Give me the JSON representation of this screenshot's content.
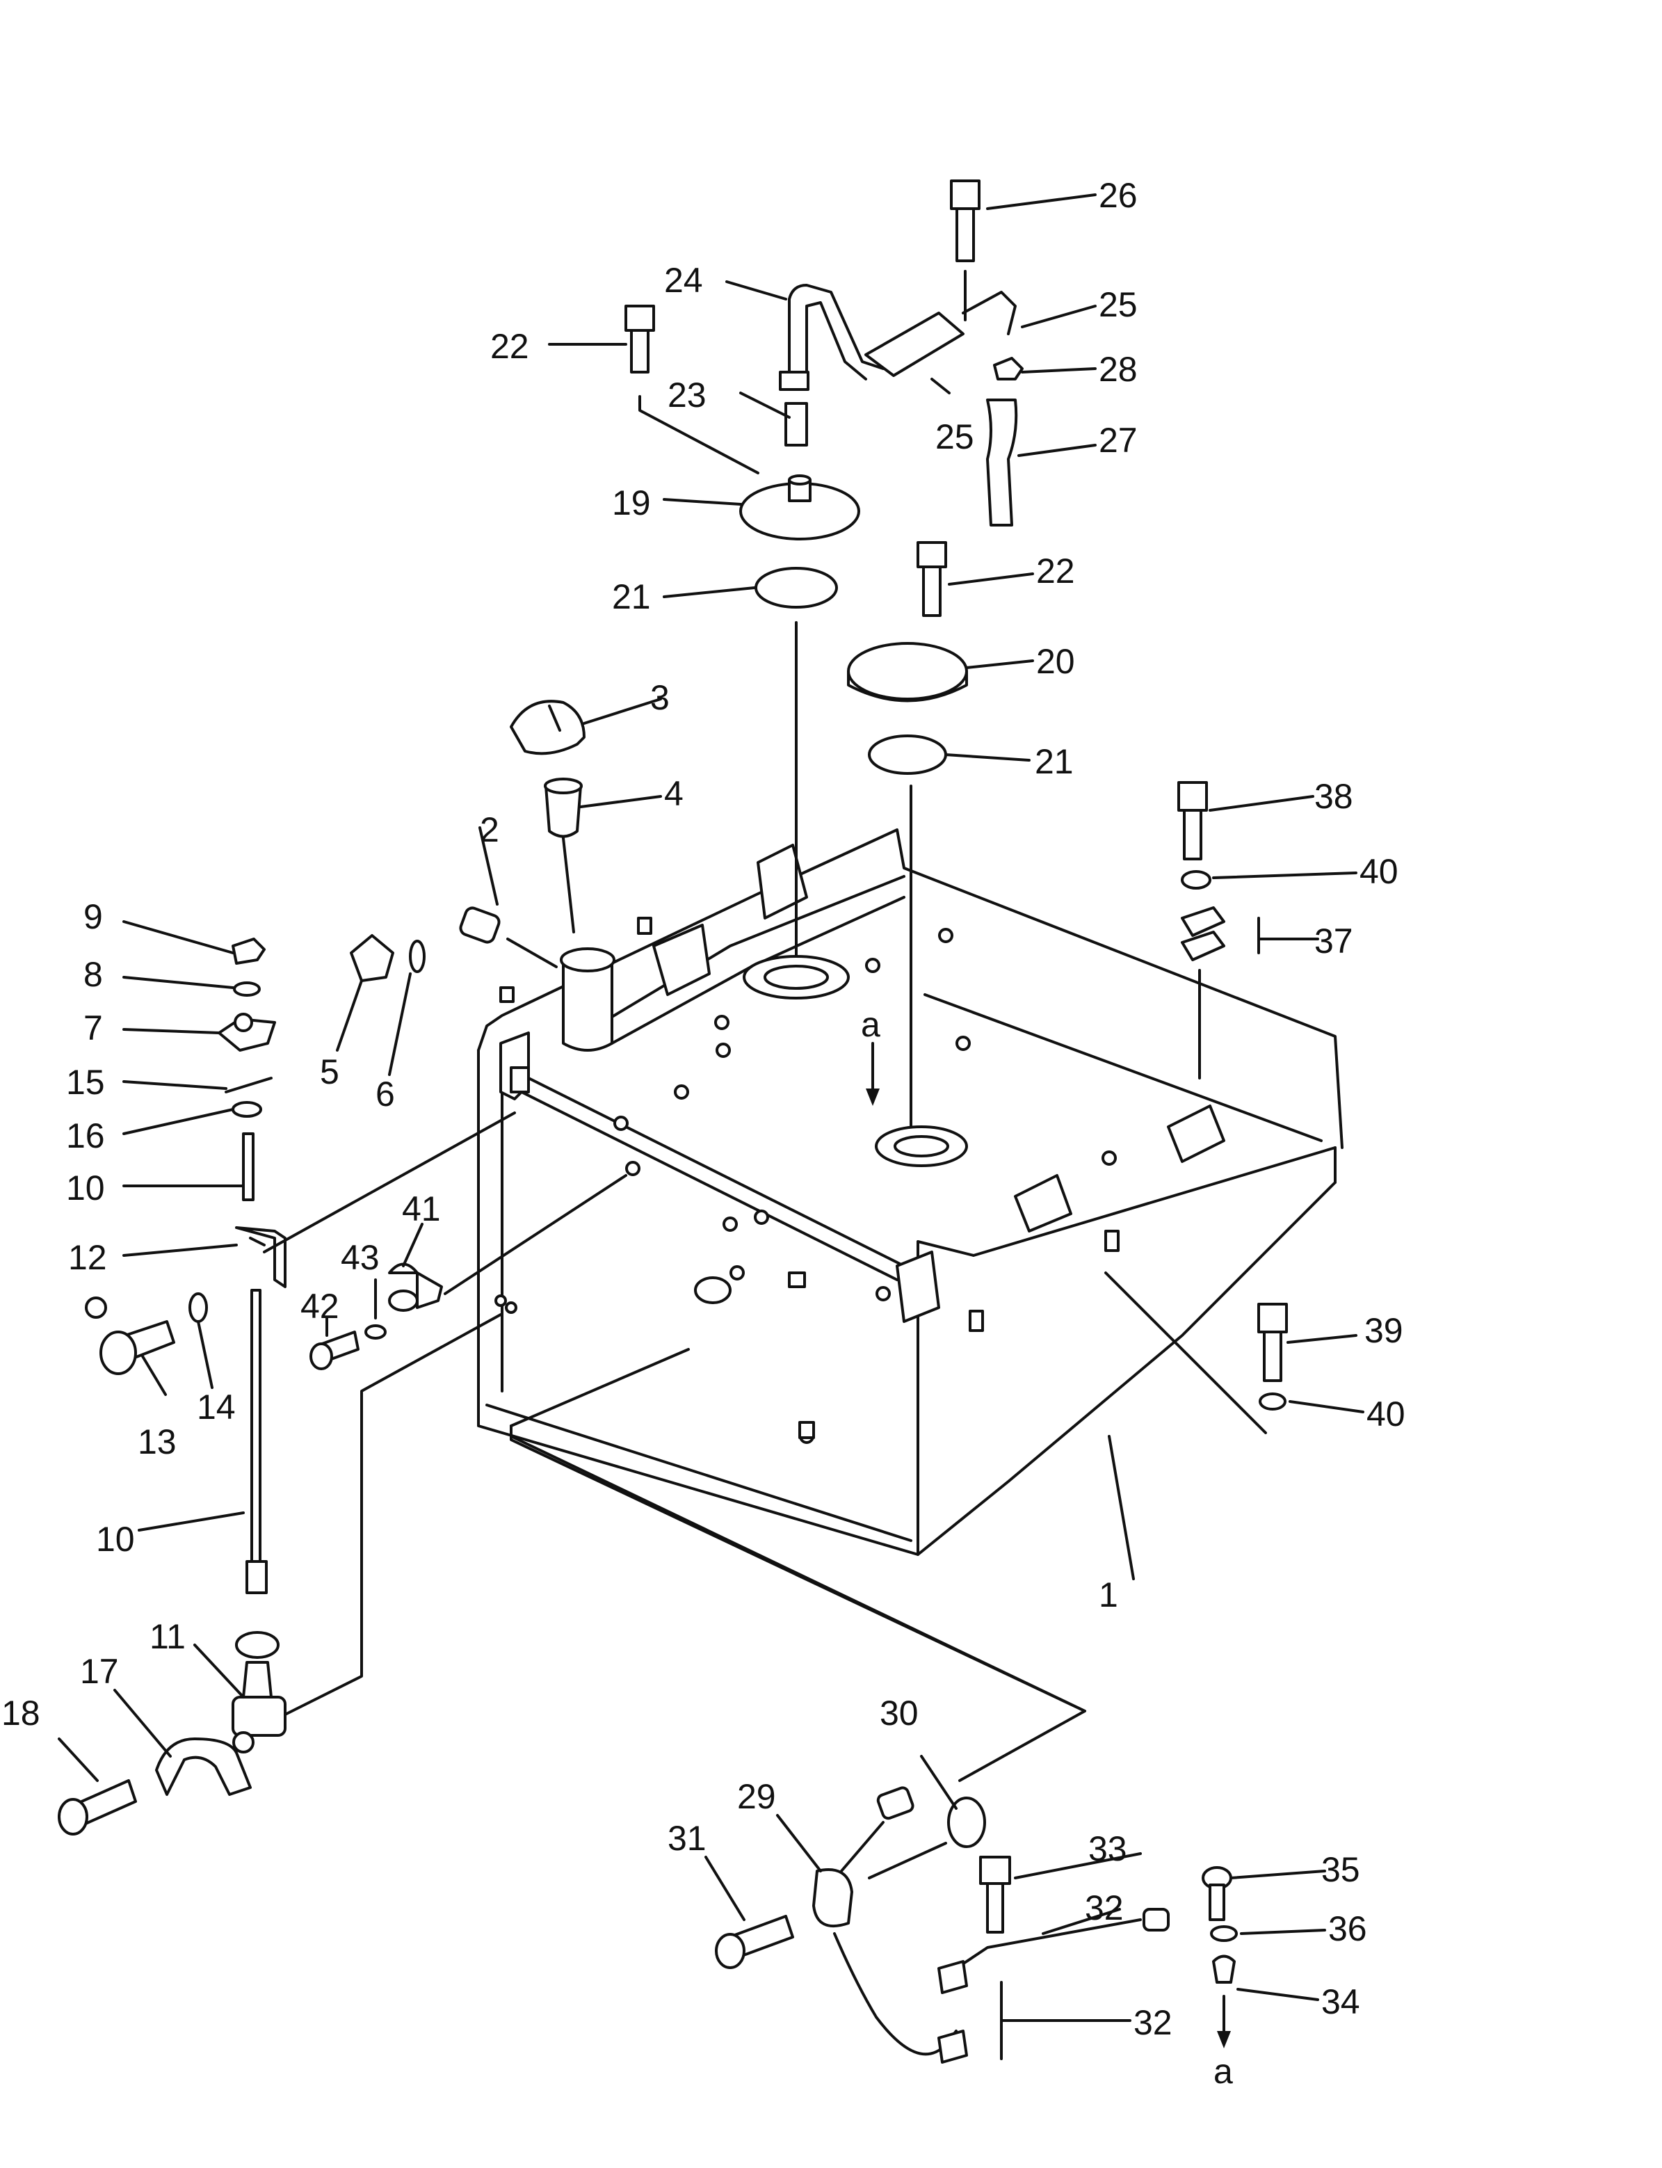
{
  "diagram": {
    "callouts": [
      {
        "id": "c1",
        "text": "1"
      },
      {
        "id": "c2",
        "text": "2"
      },
      {
        "id": "c3",
        "text": "3"
      },
      {
        "id": "c4",
        "text": "4"
      },
      {
        "id": "c5",
        "text": "5"
      },
      {
        "id": "c6",
        "text": "6"
      },
      {
        "id": "c7",
        "text": "7"
      },
      {
        "id": "c8",
        "text": "8"
      },
      {
        "id": "c9",
        "text": "9"
      },
      {
        "id": "c10a",
        "text": "10"
      },
      {
        "id": "c10b",
        "text": "10"
      },
      {
        "id": "c11",
        "text": "11"
      },
      {
        "id": "c12",
        "text": "12"
      },
      {
        "id": "c13",
        "text": "13"
      },
      {
        "id": "c14",
        "text": "14"
      },
      {
        "id": "c15",
        "text": "15"
      },
      {
        "id": "c16",
        "text": "16"
      },
      {
        "id": "c17",
        "text": "17"
      },
      {
        "id": "c18",
        "text": "18"
      },
      {
        "id": "c19",
        "text": "19"
      },
      {
        "id": "c20",
        "text": "20"
      },
      {
        "id": "c21a",
        "text": "21"
      },
      {
        "id": "c21b",
        "text": "21"
      },
      {
        "id": "c22a",
        "text": "22"
      },
      {
        "id": "c22b",
        "text": "22"
      },
      {
        "id": "c23",
        "text": "23"
      },
      {
        "id": "c24",
        "text": "24"
      },
      {
        "id": "c25a",
        "text": "25"
      },
      {
        "id": "c25b",
        "text": "25"
      },
      {
        "id": "c26",
        "text": "26"
      },
      {
        "id": "c27",
        "text": "27"
      },
      {
        "id": "c28",
        "text": "28"
      },
      {
        "id": "c29",
        "text": "29"
      },
      {
        "id": "c30",
        "text": "30"
      },
      {
        "id": "c31",
        "text": "31"
      },
      {
        "id": "c32a",
        "text": "32"
      },
      {
        "id": "c32b",
        "text": "32"
      },
      {
        "id": "c33",
        "text": "33"
      },
      {
        "id": "c34",
        "text": "34"
      },
      {
        "id": "c35",
        "text": "35"
      },
      {
        "id": "c36",
        "text": "36"
      },
      {
        "id": "c37",
        "text": "37"
      },
      {
        "id": "c38",
        "text": "38"
      },
      {
        "id": "c39",
        "text": "39"
      },
      {
        "id": "c40a",
        "text": "40"
      },
      {
        "id": "c40b",
        "text": "40"
      },
      {
        "id": "c41",
        "text": "41"
      },
      {
        "id": "c42",
        "text": "42"
      },
      {
        "id": "c43",
        "text": "43"
      }
    ],
    "view_markers": [
      {
        "id": "ma",
        "text": "a"
      },
      {
        "id": "mb",
        "text": "a"
      }
    ]
  }
}
